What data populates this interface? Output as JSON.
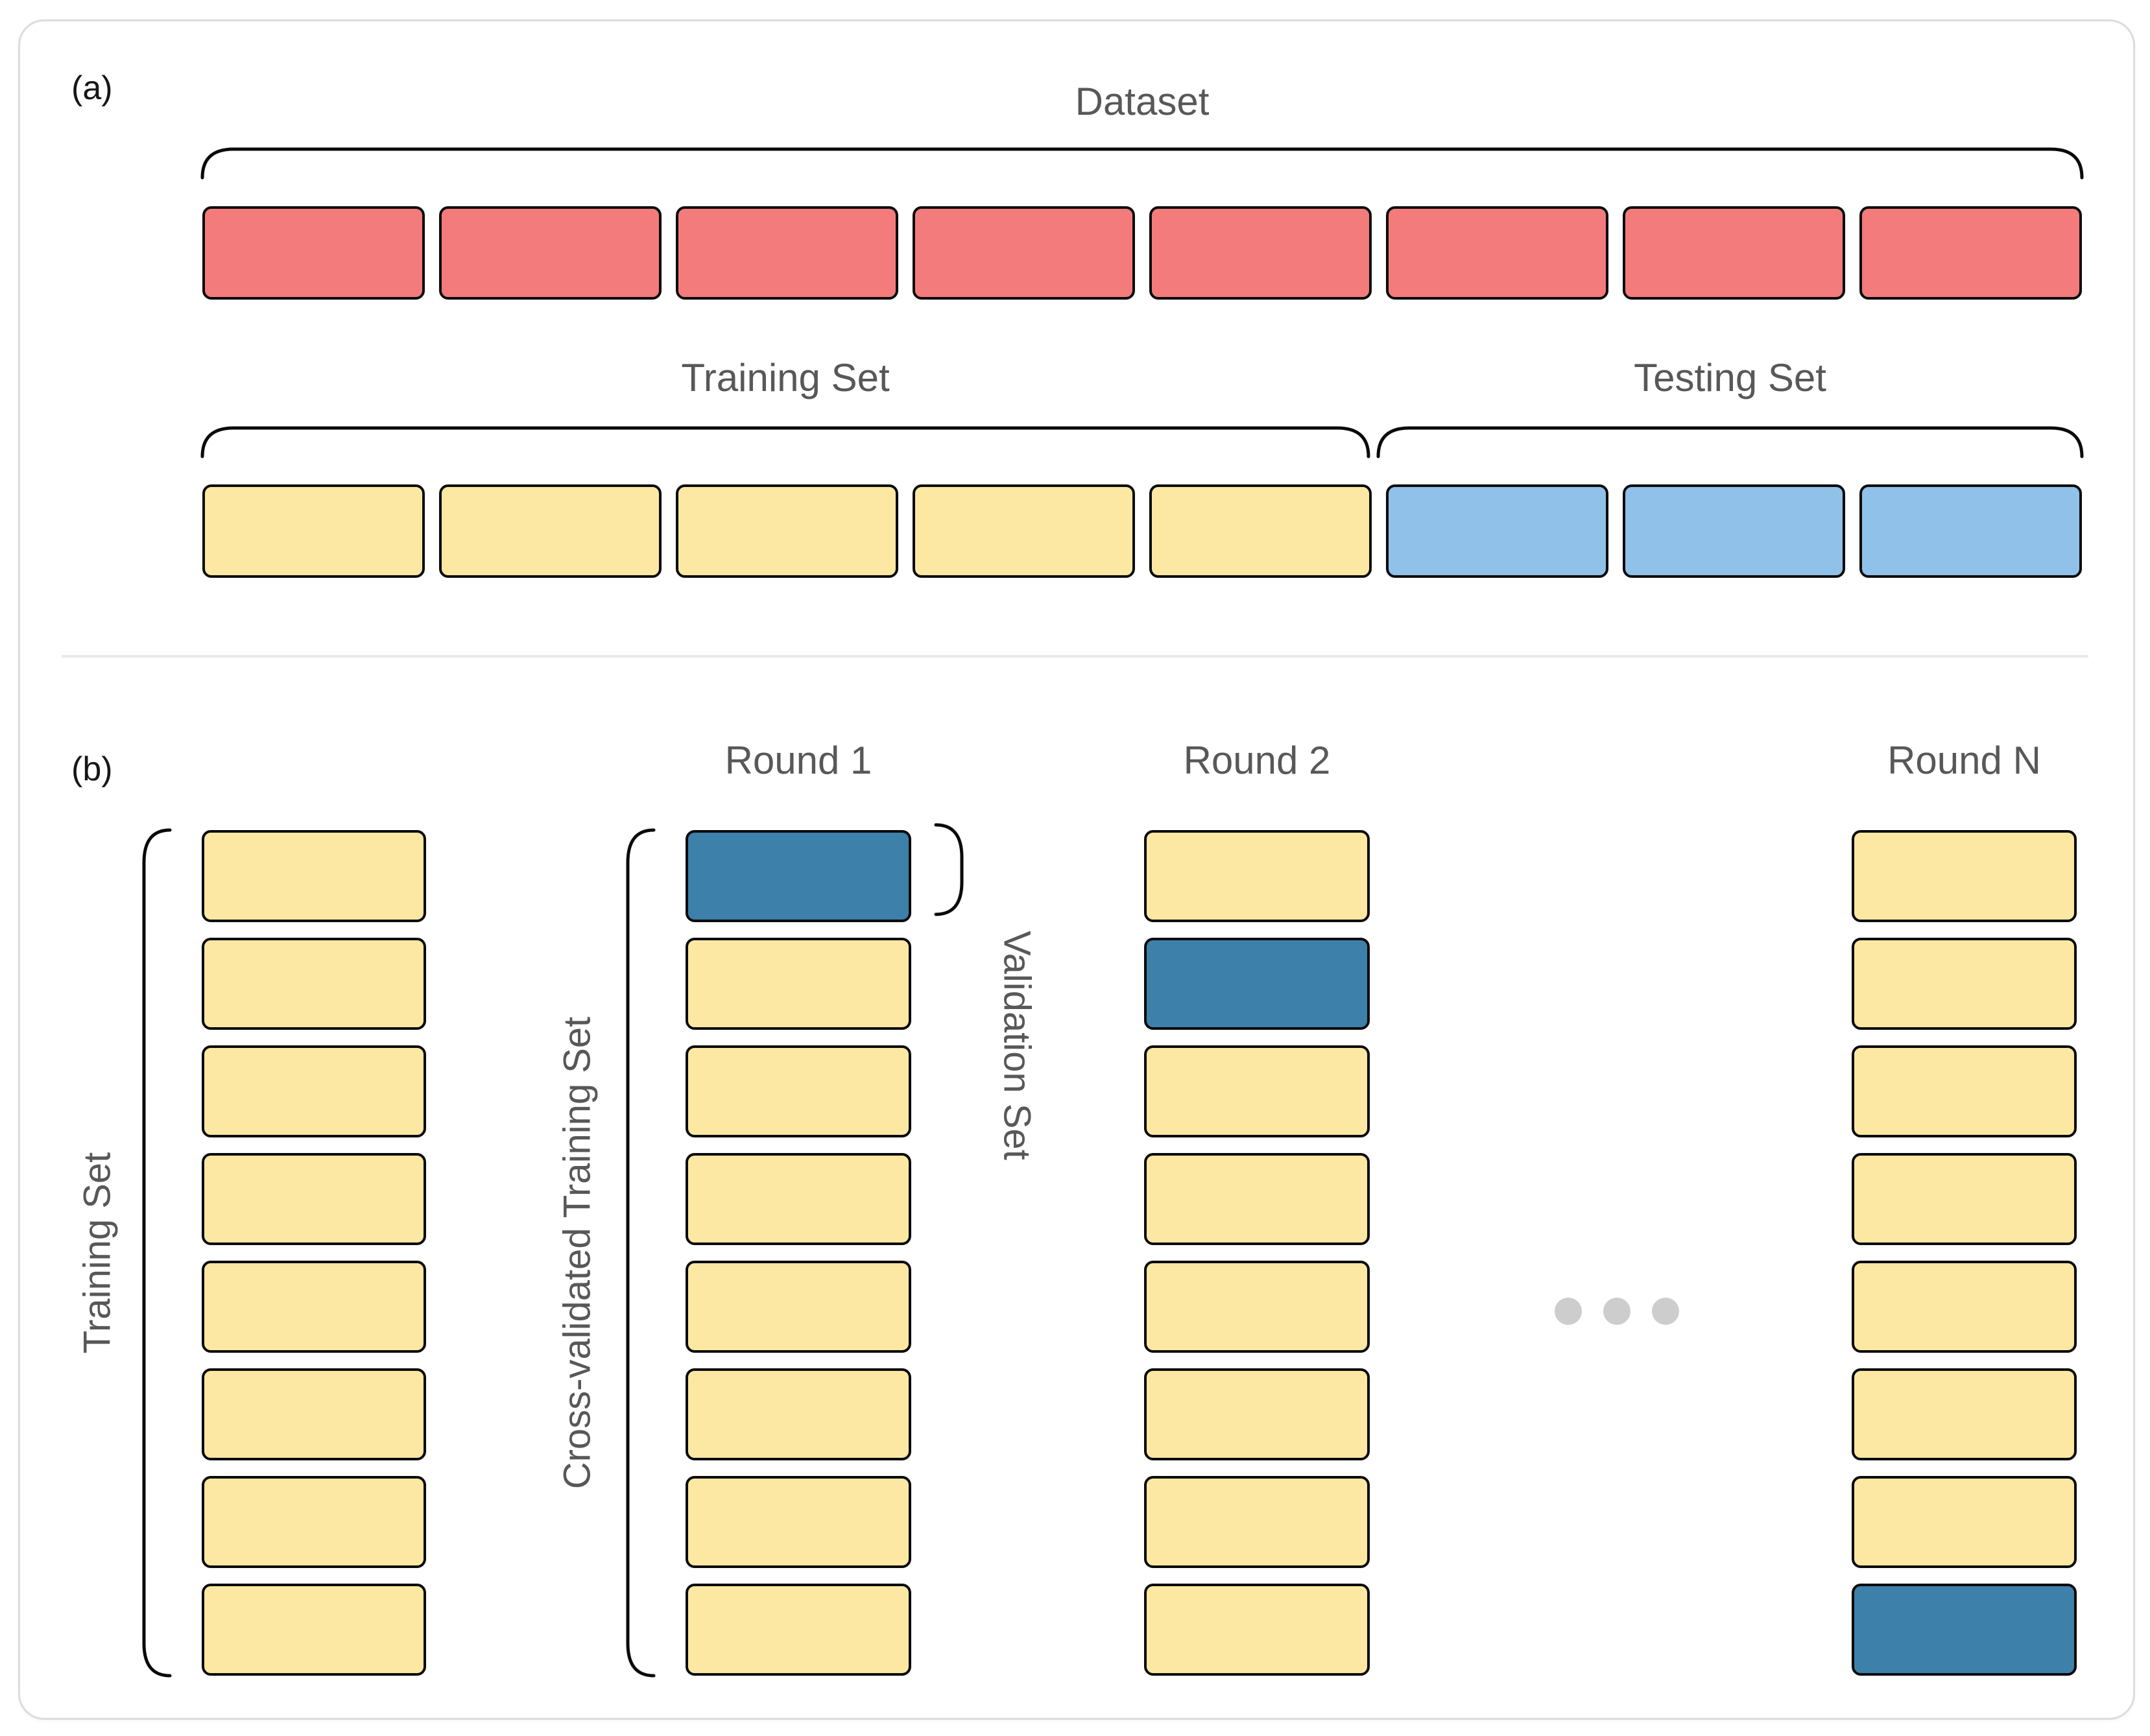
{
  "figure": {
    "panel_a_label": "(a)",
    "panel_b_label": "(b)",
    "colors": {
      "red": "#f47b7b",
      "yellow": "#fce8a2",
      "blue": "#90c1e8",
      "validation": "#3d80aa"
    },
    "section_a": {
      "title": "Dataset",
      "dataset_row": [
        "red",
        "red",
        "red",
        "red",
        "red",
        "red",
        "red",
        "red"
      ],
      "training_label": "Training Set",
      "testing_label": "Testing Set",
      "split_row": [
        "yellow",
        "yellow",
        "yellow",
        "yellow",
        "yellow",
        "blue",
        "blue",
        "blue"
      ]
    },
    "section_b": {
      "training_set_label": "Training Set",
      "cross_validated_label": "Cross-validated Training Set",
      "validation_label": "Validation Set",
      "ellipsis_icon": "dots-horizontal-icon",
      "columns": [
        {
          "title": "",
          "blocks": [
            "yellow",
            "yellow",
            "yellow",
            "yellow",
            "yellow",
            "yellow",
            "yellow",
            "yellow"
          ]
        },
        {
          "title": "Round 1",
          "blocks": [
            "validation",
            "yellow",
            "yellow",
            "yellow",
            "yellow",
            "yellow",
            "yellow",
            "yellow"
          ]
        },
        {
          "title": "Round 2",
          "blocks": [
            "yellow",
            "validation",
            "yellow",
            "yellow",
            "yellow",
            "yellow",
            "yellow",
            "yellow"
          ]
        },
        {
          "title": "Round N",
          "blocks": [
            "yellow",
            "yellow",
            "yellow",
            "yellow",
            "yellow",
            "yellow",
            "yellow",
            "validation"
          ]
        }
      ]
    }
  }
}
